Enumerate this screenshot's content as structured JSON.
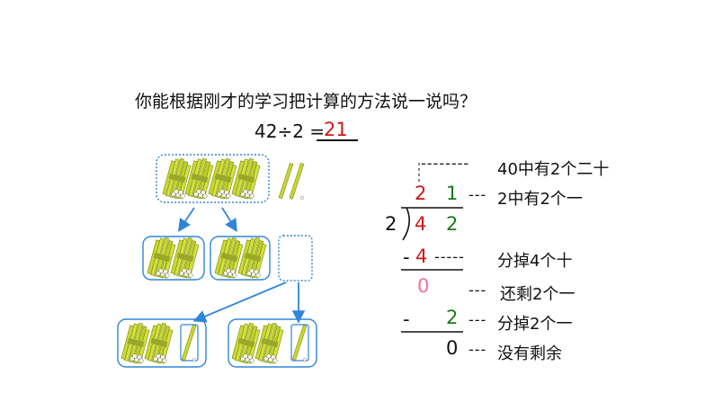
{
  "question": "你能根据刚才的学习把计算的方法说一说吗？",
  "equation": "42÷2 =",
  "answer": "21",
  "division": {
    "divisor": "2",
    "quotient_tens": "2",
    "quotient_ones": "1",
    "dividend_tens": "4",
    "dividend_ones": "2",
    "sub1_minus": "-",
    "sub1_value": "4",
    "remainder1": "0",
    "sub2_minus": "-",
    "sub2_value": "2",
    "final_remainder": "0"
  },
  "notes": {
    "tens_note": "40中有2个二十",
    "ones_note": "2中有2个一",
    "step1": "分掉4个十",
    "left_over": "还剩2个一",
    "step2": "分掉2个一",
    "no_remainder": "没有剩余"
  },
  "dashes": {
    "d1": "--------",
    "d2": "---",
    "d3": "-----",
    "d4": "---",
    "d5": "---",
    "d6": "---"
  },
  "colors": {
    "quotient_tens": "#d01818",
    "quotient_ones": "#1a7a1a",
    "arrow": "#2f86d8",
    "box": "#2f86d8",
    "stick": "#c8d832"
  }
}
